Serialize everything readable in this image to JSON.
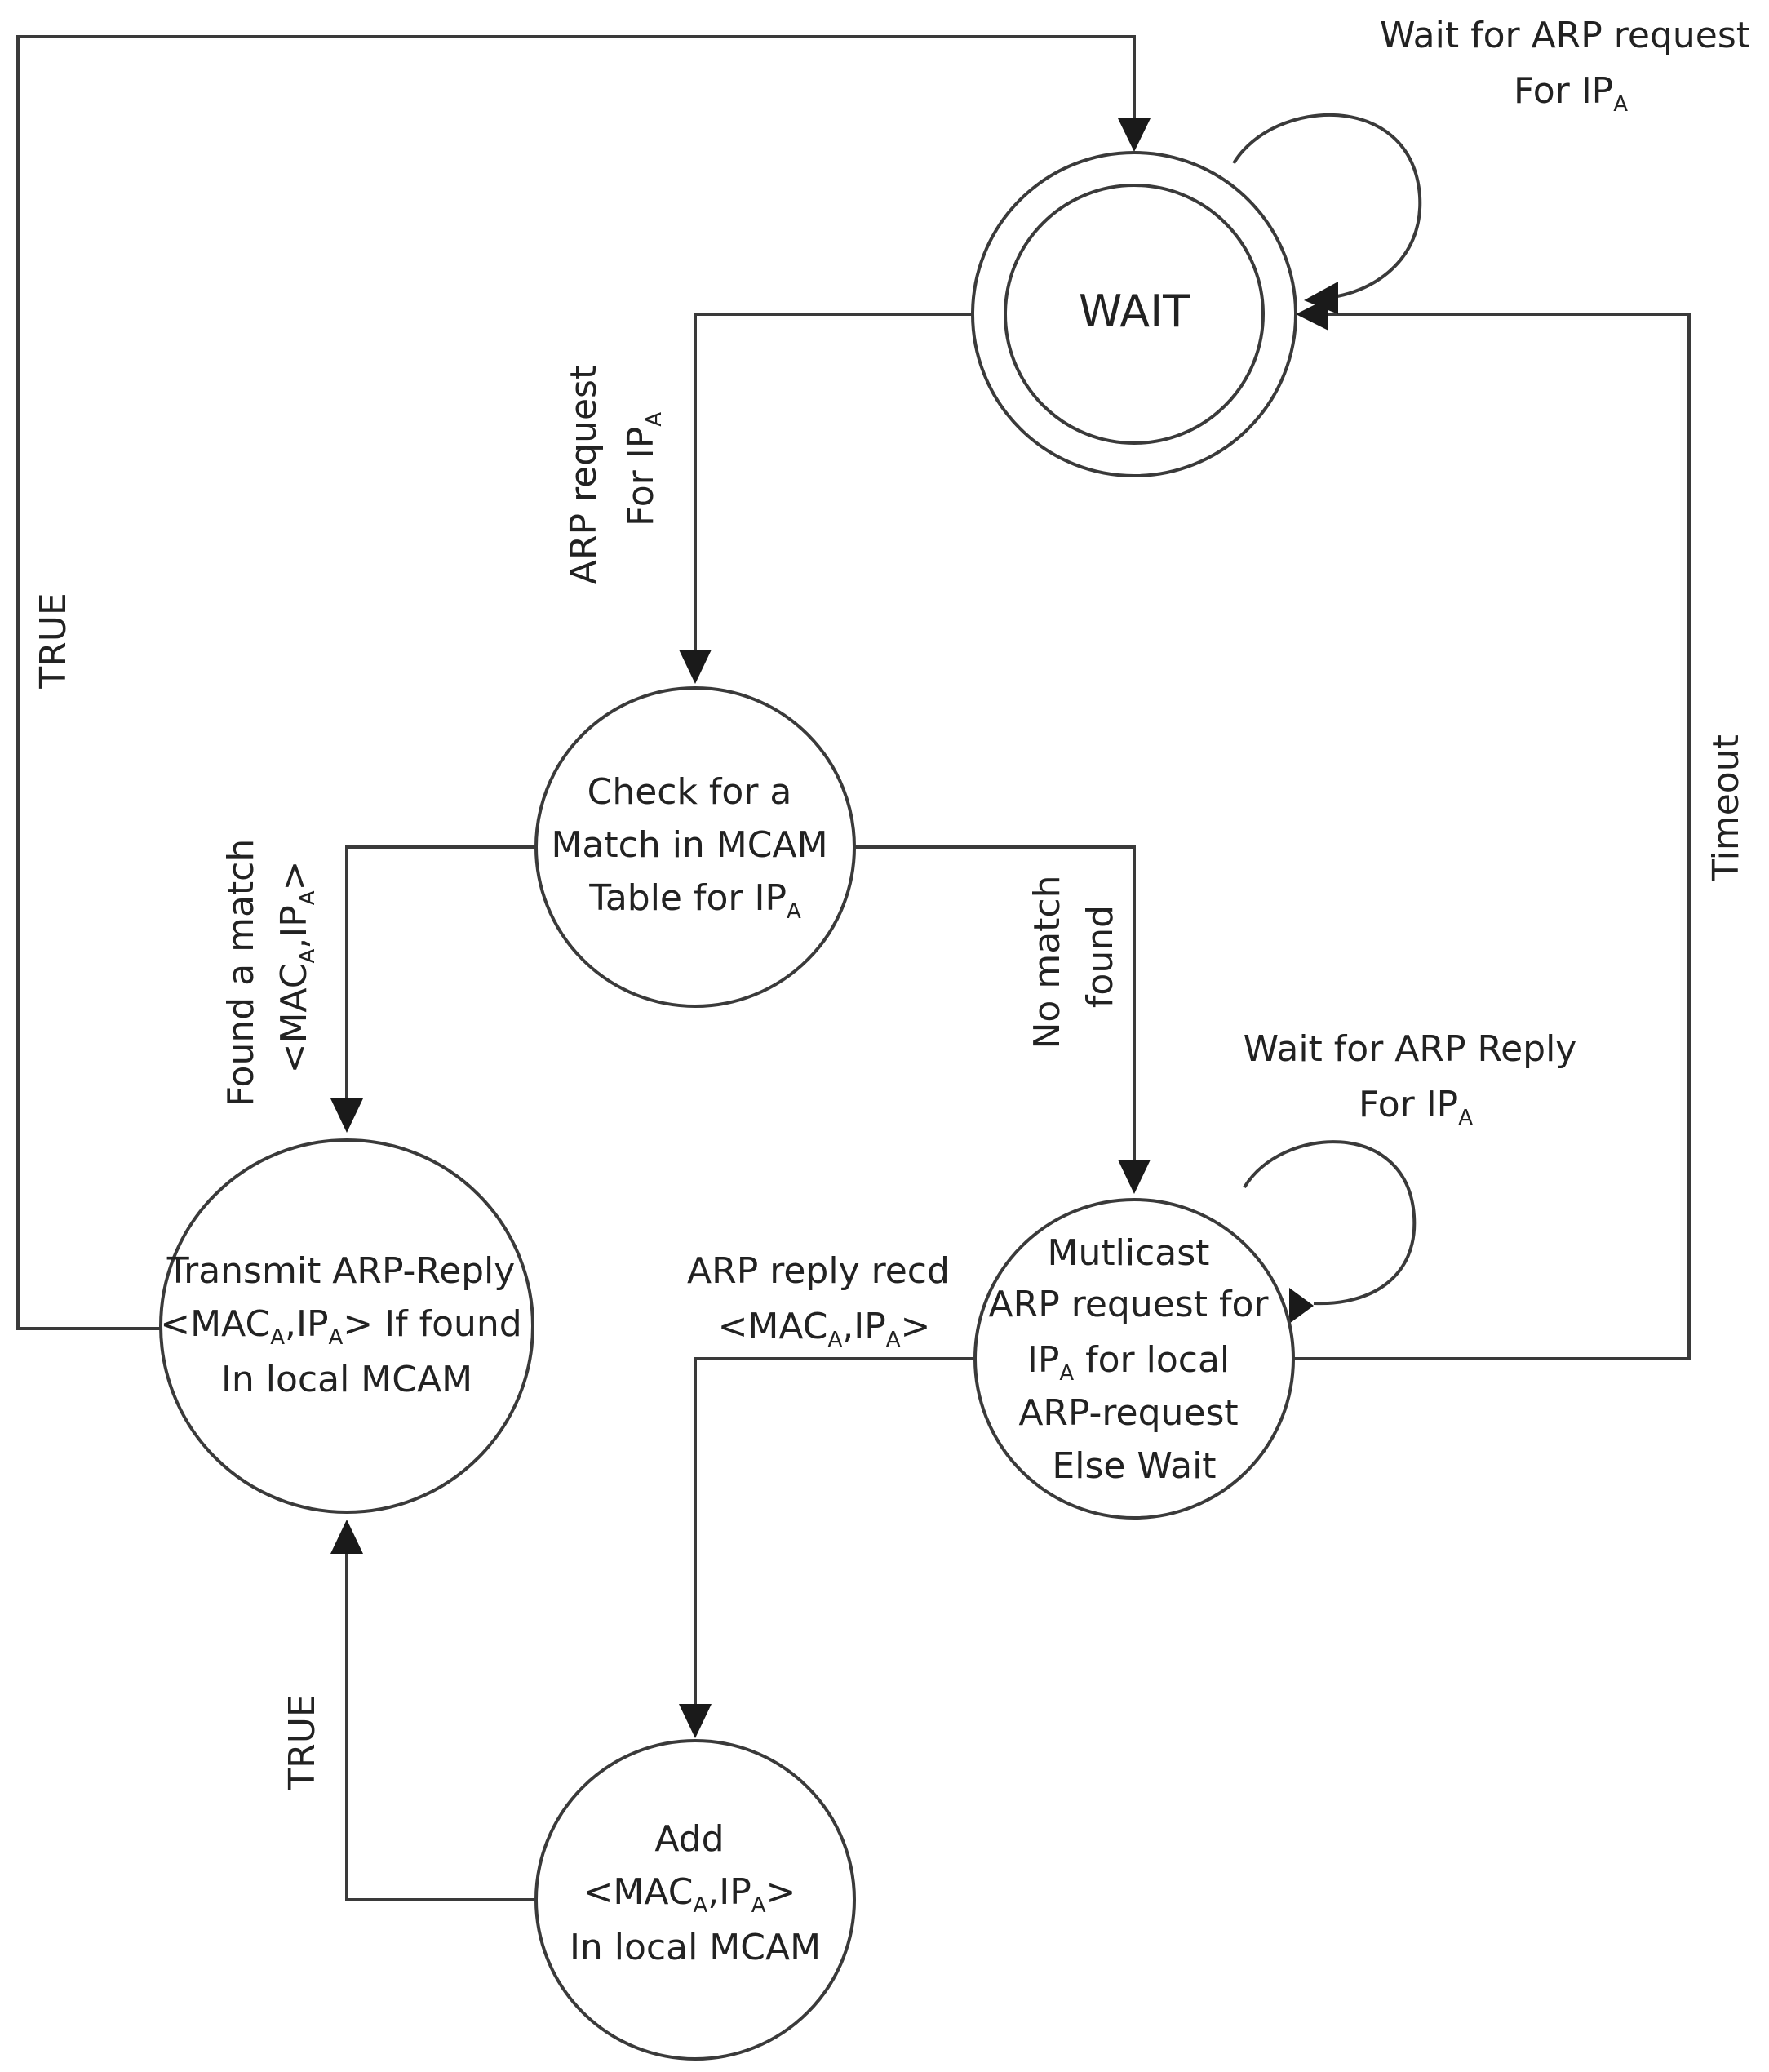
{
  "states": {
    "wait": "WAIT",
    "check": {
      "line1": "Check for a",
      "line2": "Match in MCAM",
      "line3": "Table for IP",
      "line3_sub": "A"
    },
    "transmit": {
      "line1": "Transmit ARP-Reply",
      "line2_a": "<MAC",
      "line2_sub1": "A",
      "line2_b": ",IP",
      "line2_sub2": "A",
      "line2_c": "> If found",
      "line3": "In local MCAM"
    },
    "multicast": {
      "line1": "Mutlicast",
      "line2": "ARP request for",
      "line3_a": "IP",
      "line3_sub": "A",
      "line3_b": " for local",
      "line4": "ARP-request",
      "line5": "Else Wait"
    },
    "add": {
      "line1": "Add",
      "line2_a": "<MAC",
      "line2_sub1": "A",
      "line2_b": ",IP",
      "line2_sub2": "A",
      "line2_c": ">",
      "line3": "In local MCAM"
    }
  },
  "transitions": {
    "wait_self": {
      "line1": "Wait for ARP request",
      "line2_a": "For IP",
      "line2_sub": "A"
    },
    "wait_to_check": {
      "line1": "ARP request",
      "line2_a": "For IP",
      "line2_sub": "A"
    },
    "check_to_transmit": {
      "line1": "Found a match",
      "line2_a": "<MAC",
      "line2_sub1": "A",
      "line2_b": ",IP",
      "line2_sub2": "A",
      "line2_c": ">"
    },
    "check_to_multicast": {
      "line1": "No match",
      "line2": "found"
    },
    "multicast_self": {
      "line1": "Wait for ARP Reply",
      "line2_a": "For IP",
      "line2_sub": "A"
    },
    "multicast_to_add": {
      "line1": "ARP reply recd",
      "line2_a": "<MAC",
      "line2_sub1": "A",
      "line2_b": ",IP",
      "line2_sub2": "A",
      "line2_c": ">"
    },
    "transmit_to_wait": "TRUE",
    "add_to_transmit": "TRUE",
    "multicast_to_wait": "Timeout"
  }
}
